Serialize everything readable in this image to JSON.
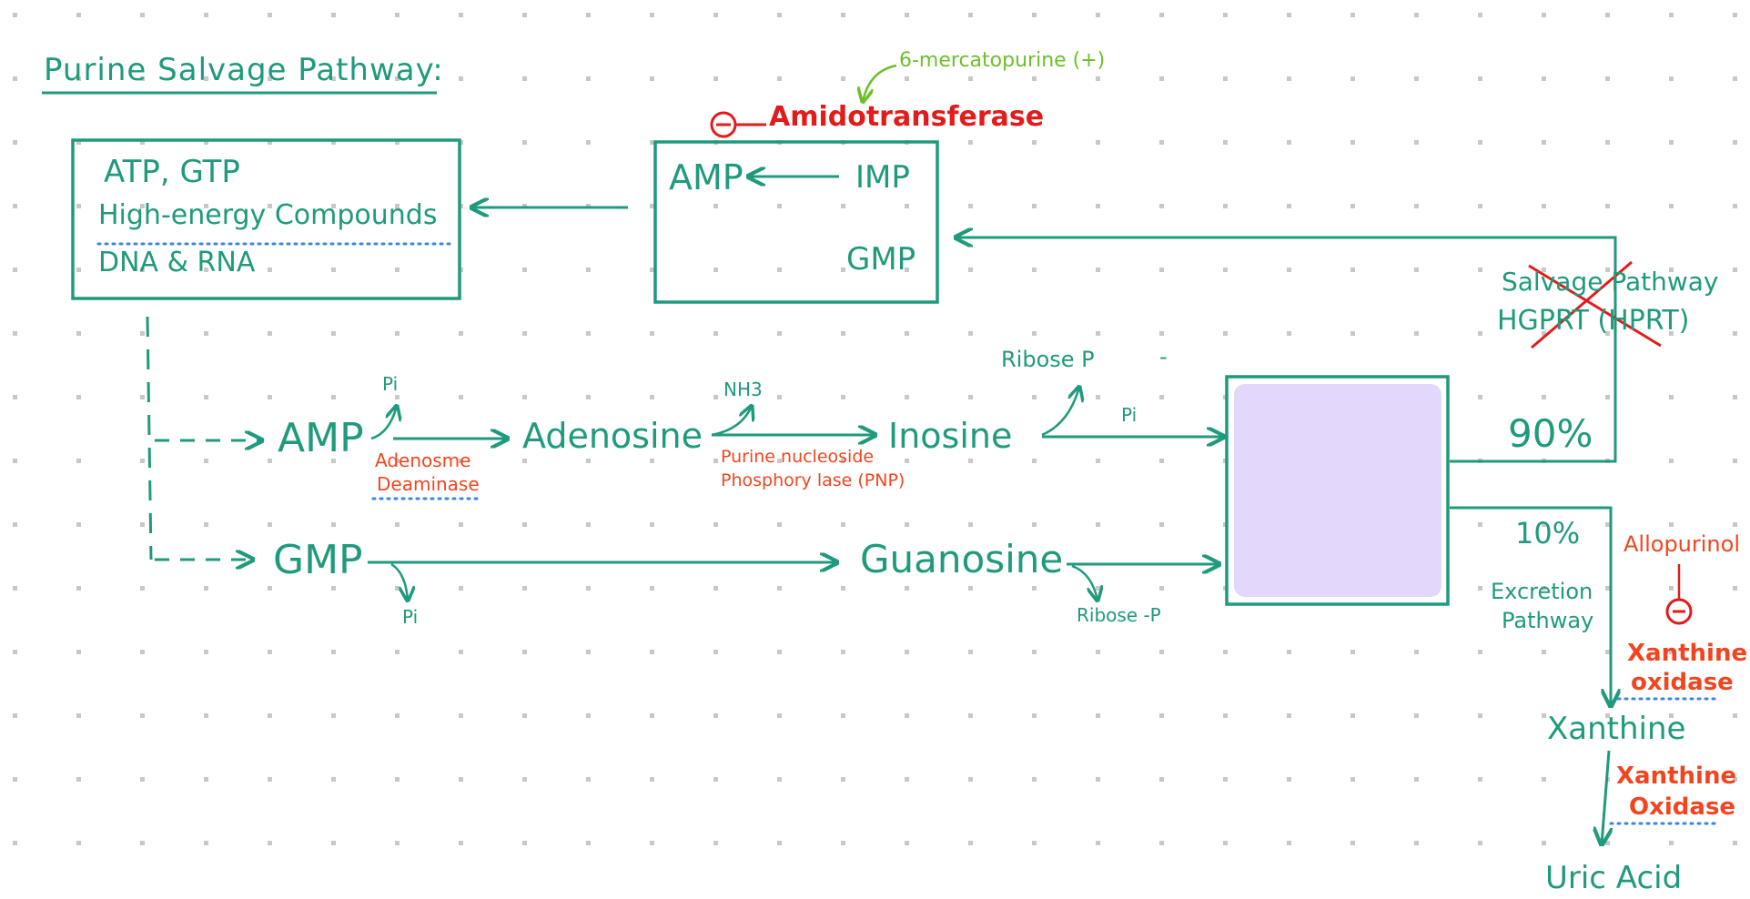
{
  "title": "Purine Salvage Pathway:",
  "box1": {
    "line1": "ATP, GTP",
    "line2": "High-energy Compounds",
    "line3": "DNA & RNA"
  },
  "box2": {
    "amp": "AMP",
    "imp": "IMP",
    "gmp": "GMP"
  },
  "enzyme_top": "Amidotransferase",
  "inhibitor_symbol": "⊖",
  "mercaptopurine": "6-mercatopurine (+)",
  "row1": {
    "amp": "AMP",
    "pi1": "Pi",
    "adenosine_deaminase_1": "Adenosme",
    "adenosine_deaminase_2": "Deaminase",
    "adenosine": "Adenosine",
    "nh3": "NH3",
    "pnp_1": "Purine nucleoside",
    "pnp_2": "Phosphory lase (PNP)",
    "inosine": "Inosine",
    "ribose_p": "Ribose P",
    "dash": "-",
    "pi2": "Pi"
  },
  "row2": {
    "gmp": "GMP",
    "pi": "Pi",
    "guanosine": "Guanosine",
    "ribose_p": "Ribose -P"
  },
  "salvage": {
    "line1": "Salvage Pathway",
    "line2": "HGPRT (HPRT)"
  },
  "percent_90": "90%",
  "percent_10": "10%",
  "excretion": {
    "line1": "Excretion",
    "line2": "Pathway"
  },
  "allopurinol": "Allopurinol",
  "xanthine_oxidase_1": {
    "line1": "Xanthine",
    "line2": "oxidase"
  },
  "xanthine": "Xanthine",
  "xanthine_oxidase_2": {
    "line1": "Xanthine",
    "line2": "Oxidase"
  },
  "uric_acid": "Uric Acid",
  "colors": {
    "green": "#1f9a7c",
    "red": "#e21b1b",
    "orange": "#f2451f",
    "lime": "#6cbf2a",
    "blue_dots": "#3a86e0",
    "box_fill": "#e3d8fb",
    "grid_dot": "#c8c8c8"
  }
}
